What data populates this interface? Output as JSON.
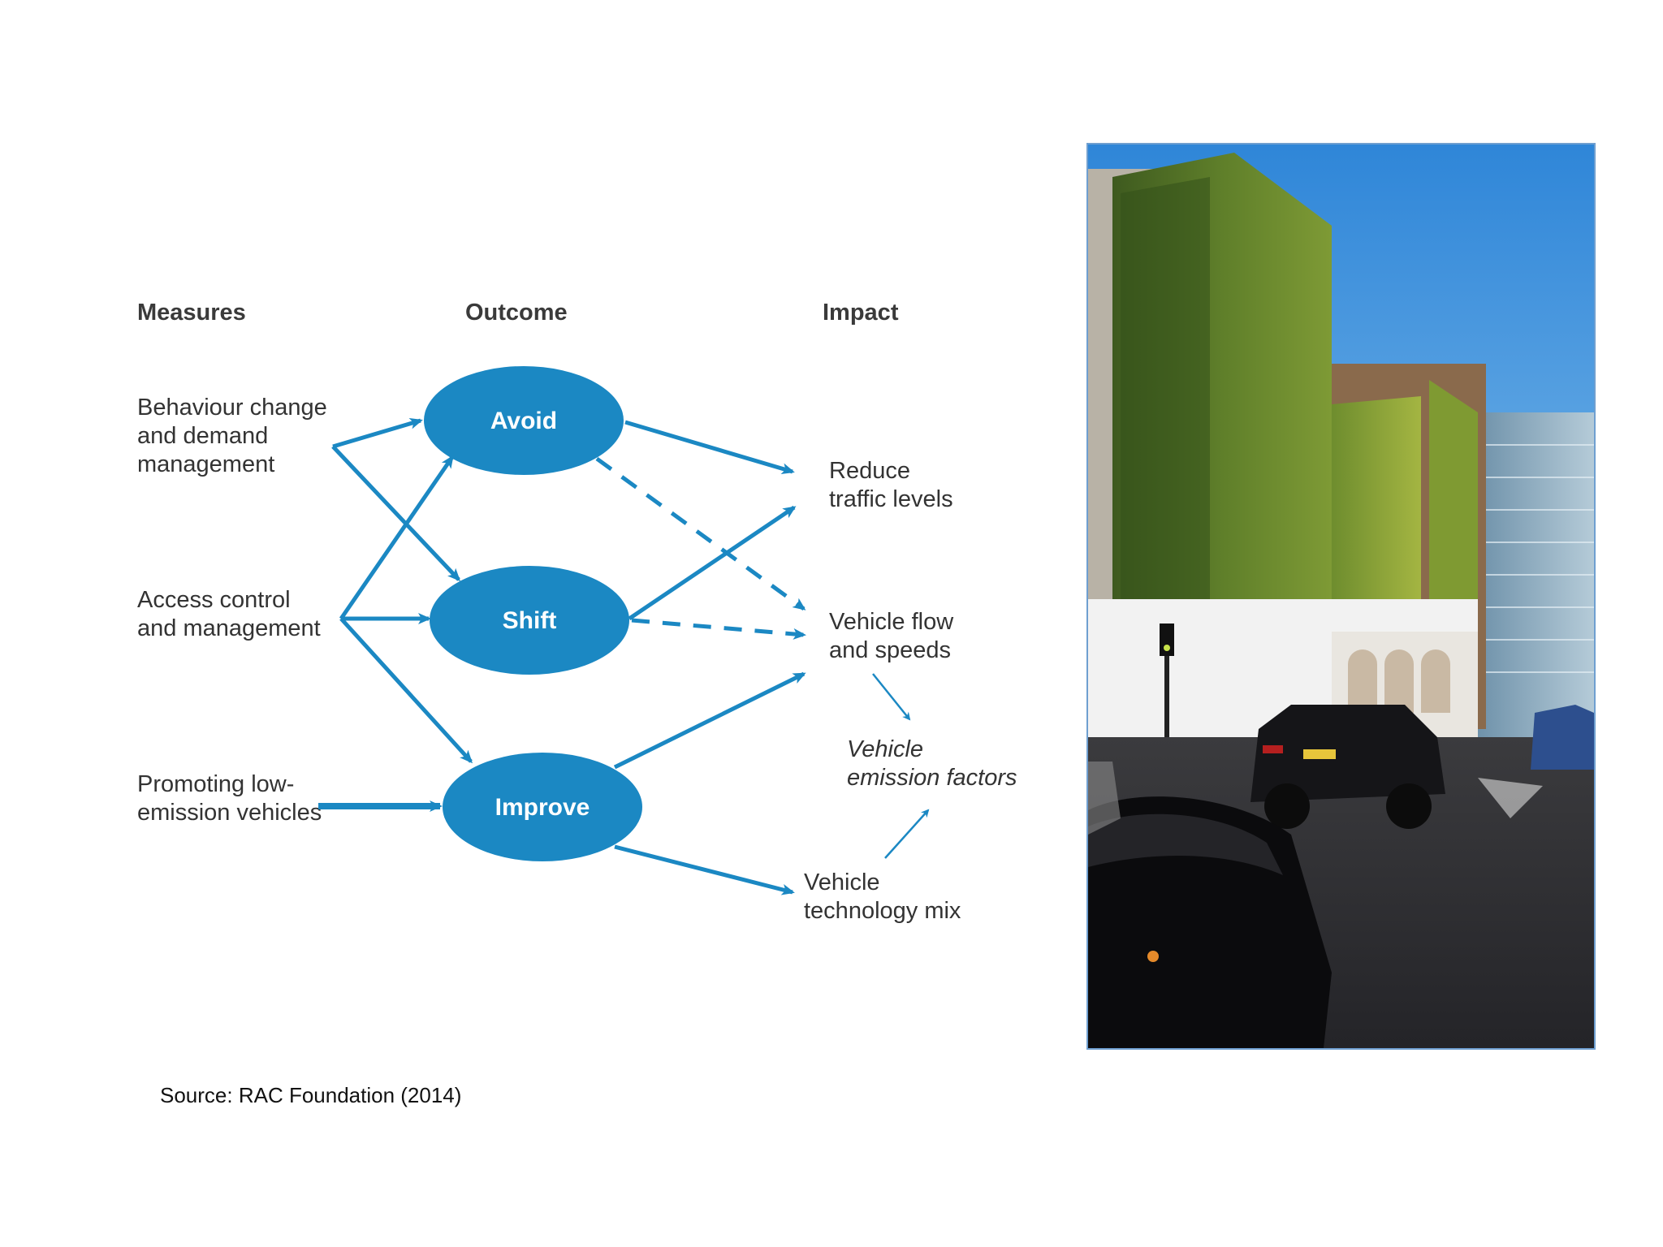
{
  "diagram": {
    "headers": {
      "measures": "Measures",
      "outcome": "Outcome",
      "impact": "Impact"
    },
    "measures": [
      {
        "id": "behaviour",
        "lines": [
          "Behaviour change",
          "and demand",
          "management"
        ]
      },
      {
        "id": "access",
        "lines": [
          "Access control",
          "and management"
        ]
      },
      {
        "id": "promoting",
        "lines": [
          "Promoting low-",
          "emission vehicles"
        ]
      }
    ],
    "outcomes": [
      {
        "id": "avoid",
        "label": "Avoid"
      },
      {
        "id": "shift",
        "label": "Shift"
      },
      {
        "id": "improve",
        "label": "Improve"
      }
    ],
    "impacts": [
      {
        "id": "reduce",
        "lines": [
          "Reduce",
          "traffic levels"
        ]
      },
      {
        "id": "flow",
        "lines": [
          "Vehicle flow",
          "and speeds"
        ]
      },
      {
        "id": "emission",
        "lines": [
          "Vehicle",
          "emission factors"
        ]
      },
      {
        "id": "techmix",
        "lines": [
          "Vehicle",
          "technology mix"
        ]
      }
    ],
    "edges": [
      {
        "from": "behaviour",
        "to": "avoid",
        "style": "solid"
      },
      {
        "from": "behaviour",
        "to": "shift",
        "style": "solid"
      },
      {
        "from": "access",
        "to": "avoid",
        "style": "solid"
      },
      {
        "from": "access",
        "to": "shift",
        "style": "solid"
      },
      {
        "from": "access",
        "to": "improve",
        "style": "solid"
      },
      {
        "from": "promoting",
        "to": "improve",
        "style": "solid-thick"
      },
      {
        "from": "avoid",
        "to": "reduce",
        "style": "solid"
      },
      {
        "from": "avoid",
        "to": "flow",
        "style": "dashed"
      },
      {
        "from": "shift",
        "to": "reduce",
        "style": "solid"
      },
      {
        "from": "shift",
        "to": "flow",
        "style": "dashed"
      },
      {
        "from": "improve",
        "to": "flow",
        "style": "solid"
      },
      {
        "from": "improve",
        "to": "techmix",
        "style": "solid"
      },
      {
        "from": "flow",
        "to": "emission",
        "style": "thin"
      },
      {
        "from": "techmix",
        "to": "emission",
        "style": "thin"
      }
    ],
    "colors": {
      "node": "#1b88c3",
      "edge": "#1b88c3",
      "text": "#333333"
    }
  },
  "photo": {
    "subject": "green living wall on building with traffic in street"
  },
  "source": {
    "text": "Source: RAC Foundation (2014)"
  }
}
